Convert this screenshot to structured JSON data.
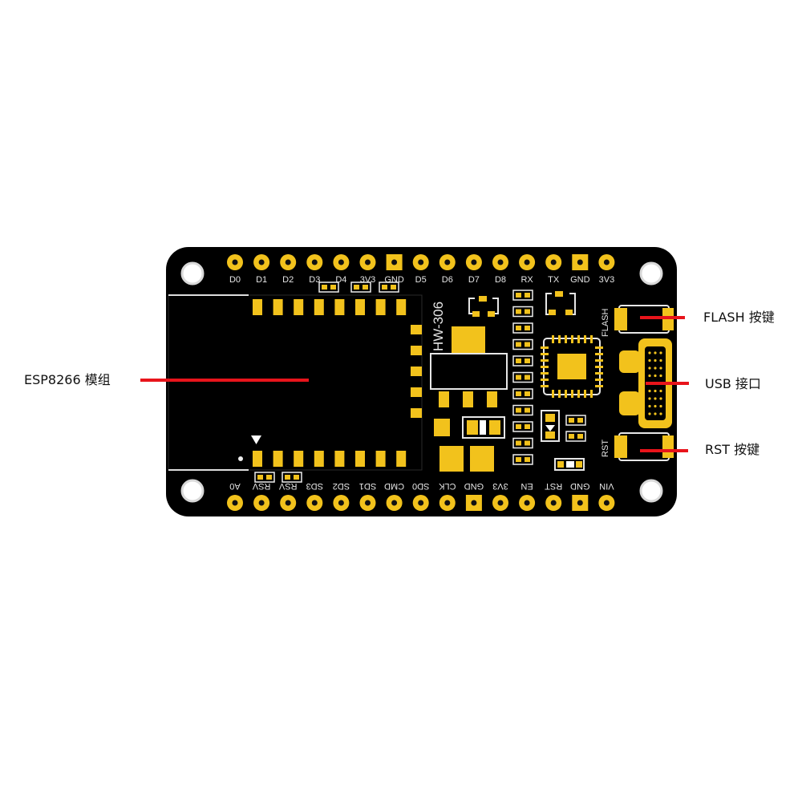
{
  "board": {
    "model_label": "HW-306",
    "flash_silk": "FLASH",
    "rst_silk": "RST",
    "top_pins": [
      "D0",
      "D1",
      "D2",
      "D3",
      "D4",
      "3V3",
      "GND",
      "D5",
      "D6",
      "D7",
      "D8",
      "RX",
      "TX",
      "GND",
      "3V3"
    ],
    "bottom_pins": [
      "A0",
      "RSV",
      "RSV",
      "SD3",
      "SD2",
      "SD1",
      "CMD",
      "SD0",
      "CLK",
      "GND",
      "3V3",
      "EN",
      "RST",
      "GND",
      "VIN"
    ]
  },
  "callouts": {
    "esp_module": "ESP8266 模组",
    "flash_button": "FLASH 按键",
    "usb_port": "USB 接口",
    "rst_button": "RST 按键"
  },
  "colors": {
    "pcb": "#000000",
    "gold": "#f2c21c",
    "leader": "#e8141b"
  }
}
